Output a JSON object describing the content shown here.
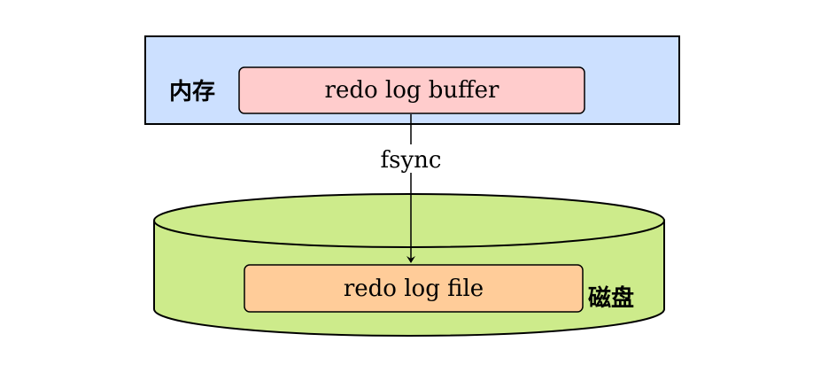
{
  "memory": {
    "label": "内存",
    "buffer_label": "redo log buffer"
  },
  "disk": {
    "label": "磁盘",
    "file_label": "redo log file"
  },
  "connector": {
    "label": "fsync"
  },
  "colors": {
    "memory_fill": "#cce0ff",
    "buffer_fill": "#ffcccc",
    "disk_fill": "#cdeb8b",
    "file_fill": "#ffcc99",
    "stroke": "#000000"
  }
}
